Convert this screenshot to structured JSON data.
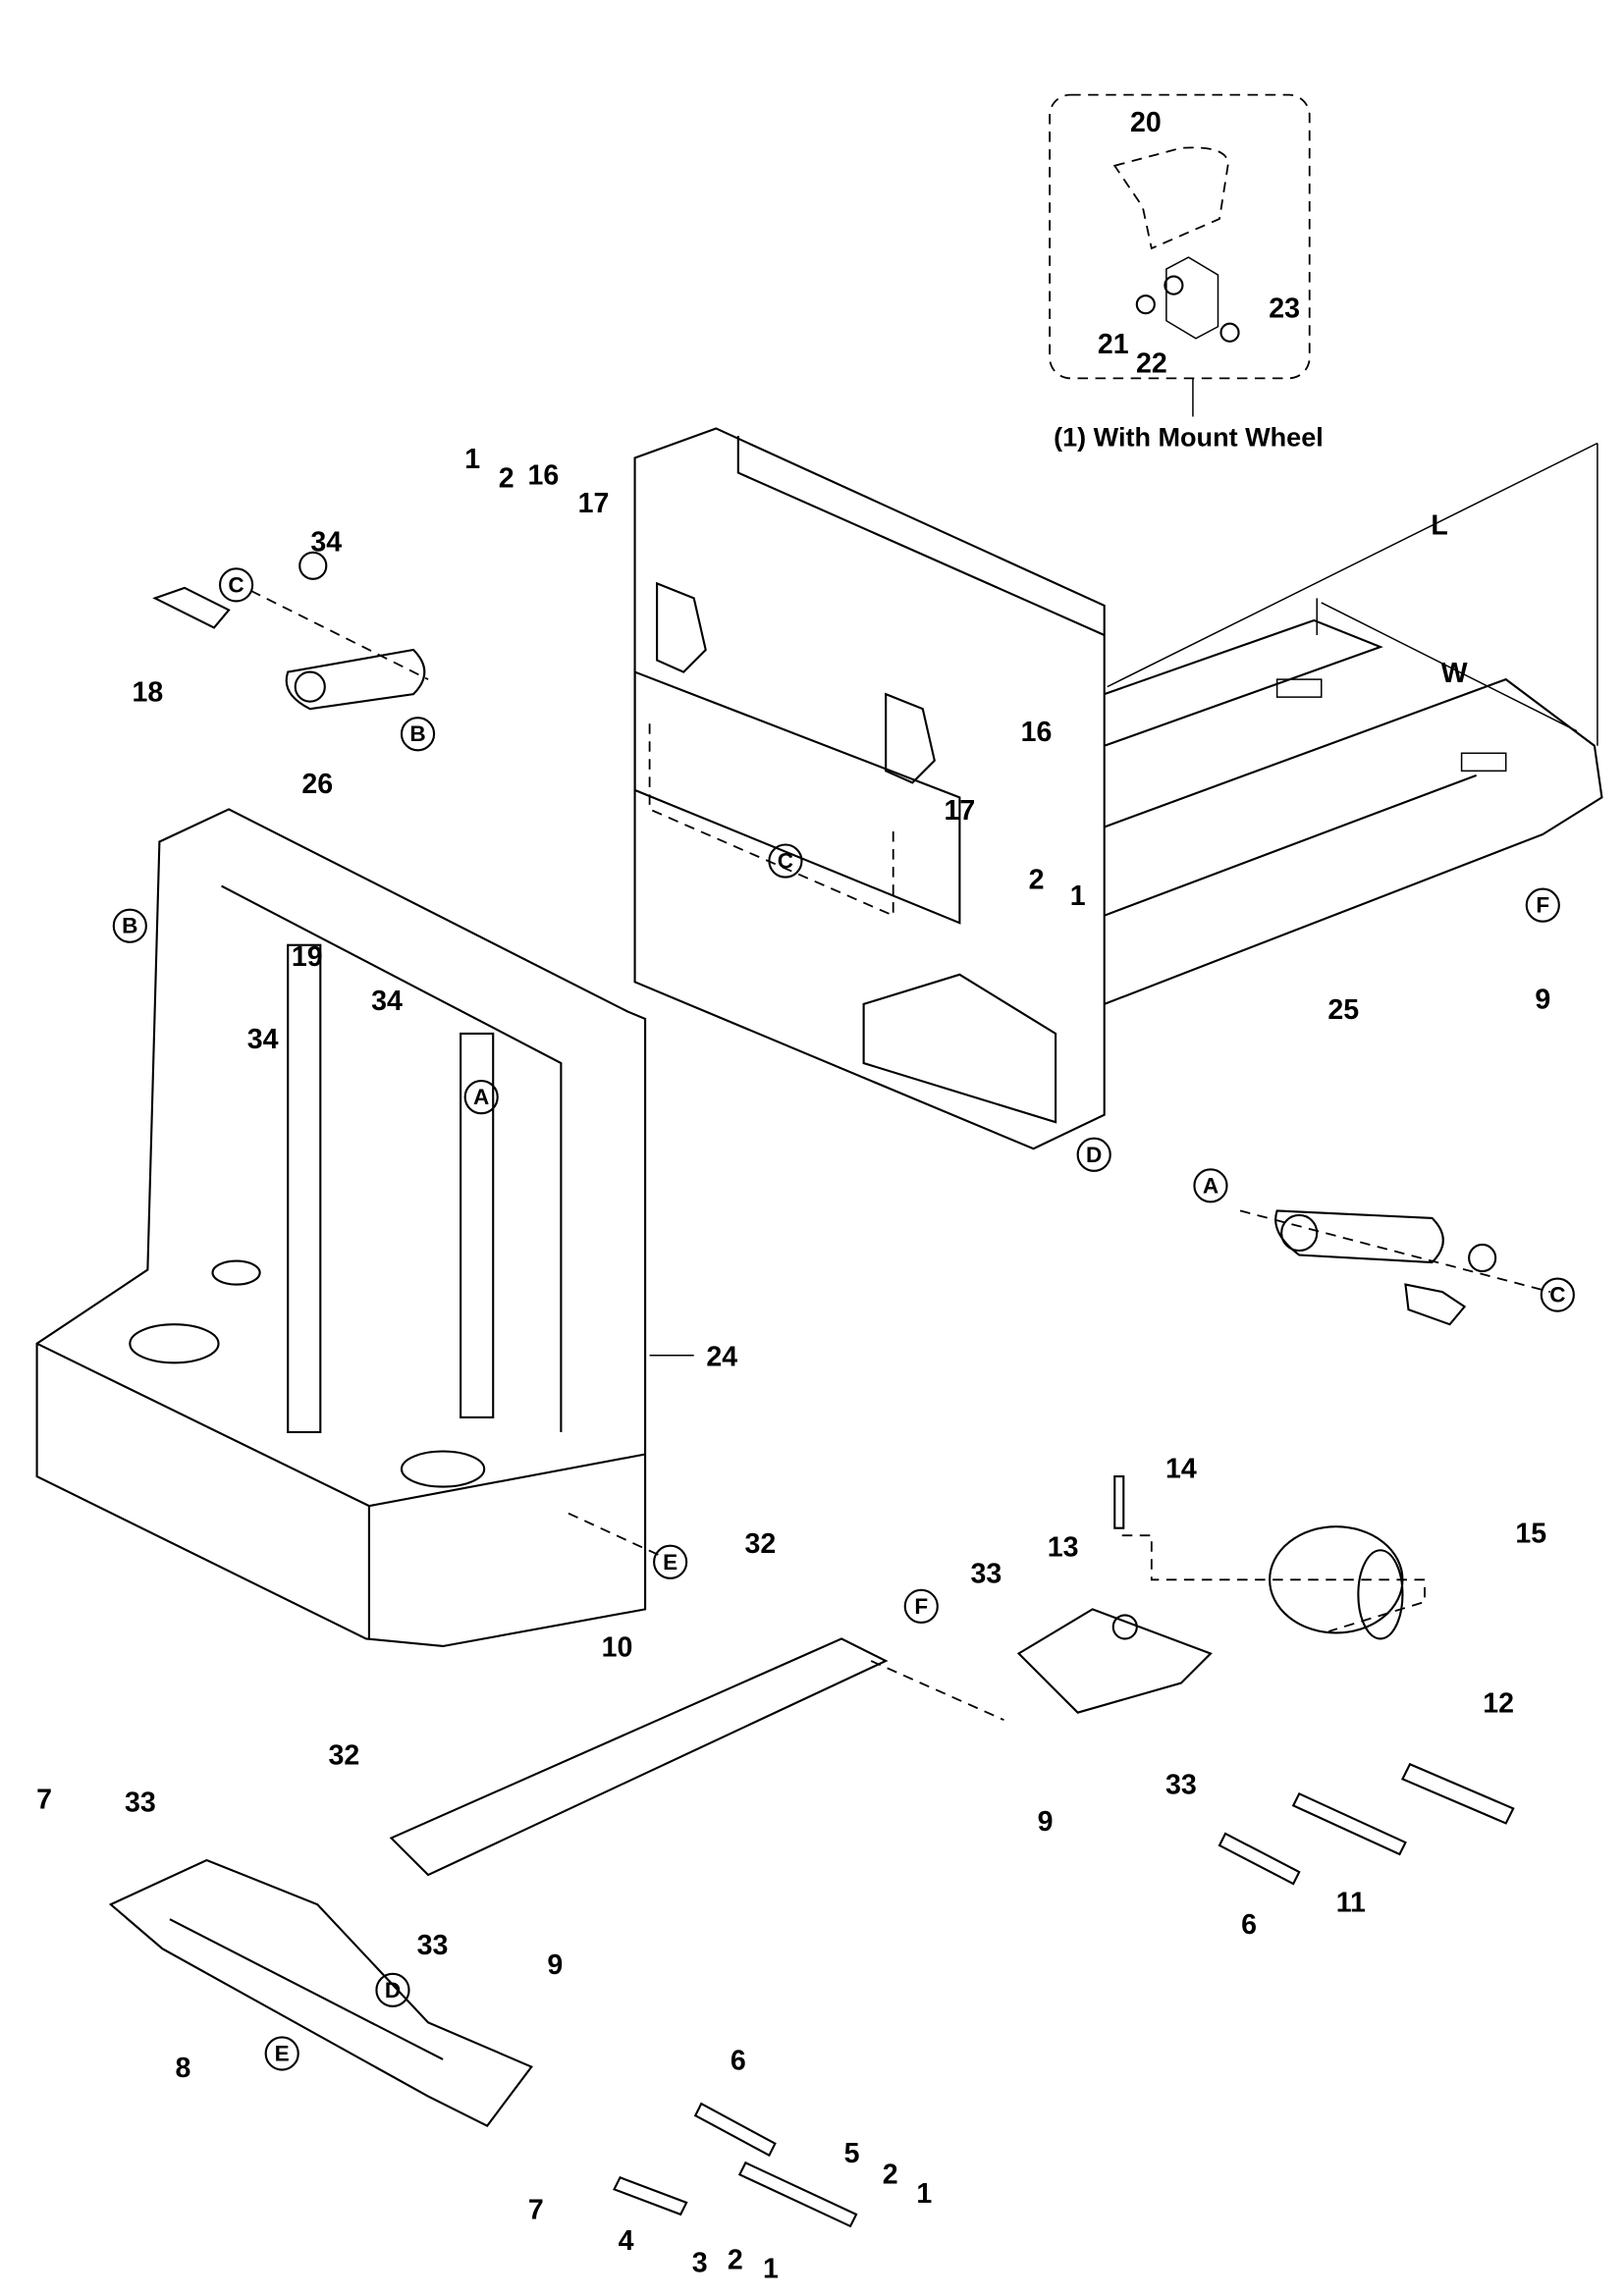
{
  "inset_caption": "(1) With Mount Wheel",
  "dimensions": {
    "length": "L",
    "width": "W"
  },
  "callouts": [
    "20",
    "21",
    "22",
    "23",
    "1",
    "2",
    "16",
    "17",
    "34",
    "18",
    "26",
    "16",
    "17",
    "2",
    "1",
    "9",
    "25",
    "19",
    "34",
    "34",
    "24",
    "14",
    "15",
    "13",
    "33",
    "32",
    "10",
    "12",
    "9",
    "33",
    "11",
    "6",
    "32",
    "7",
    "33",
    "33",
    "9",
    "8",
    "6",
    "5",
    "2",
    "1",
    "7",
    "4",
    "3",
    "2",
    "1"
  ],
  "reference_circles": [
    "C",
    "B",
    "C",
    "F",
    "D",
    "B",
    "A",
    "E",
    "A",
    "C",
    "F",
    "D",
    "E"
  ]
}
